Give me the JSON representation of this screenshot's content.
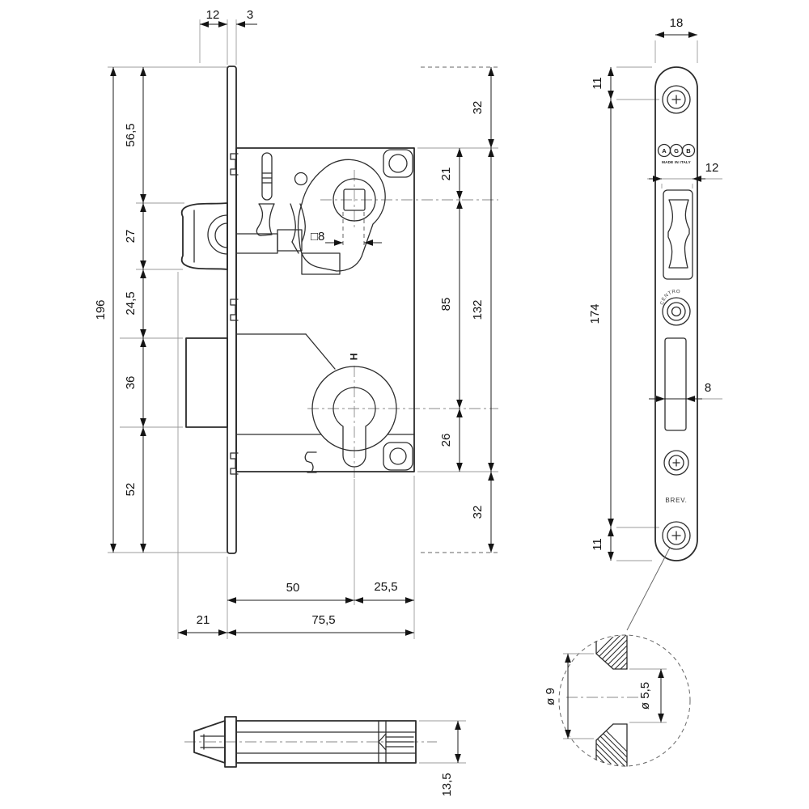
{
  "side_view": {
    "dims": {
      "top_projection": "12",
      "plate_thickness": "3",
      "left_top": "56,5",
      "left_latch": "27",
      "left_gap": "24,5",
      "left_deadbolt": "36",
      "left_bottom": "52",
      "left_total": "196",
      "right_case_top": "21",
      "right_centers": "85",
      "right_case_bottom": "26",
      "right_plate_top": "32",
      "right_case_height": "132",
      "right_plate_bottom": "32",
      "follower_square": "□8",
      "handing_mark": "H",
      "backset": "50",
      "case_behind": "25,5",
      "latch_projection": "21",
      "case_depth": "75,5"
    }
  },
  "faceplate_view": {
    "dims": {
      "plate_width": "18",
      "screw_top_offset": "11",
      "latch_opening_width": "12",
      "screw_spacing": "174",
      "bolt_opening_width": "8",
      "screw_bottom_offset": "11"
    },
    "logo_letters": [
      "A",
      "G",
      "B"
    ],
    "made_in": "MADE IN ITALY",
    "centro_mark": "CENTRO",
    "brev_mark": "BREV."
  },
  "detail_view": {
    "dims": {
      "countersink_diameter": "ø 9",
      "hole_diameter": "ø 5,5"
    }
  },
  "pin_view": {
    "dims": {
      "diameter": "13,5"
    }
  }
}
